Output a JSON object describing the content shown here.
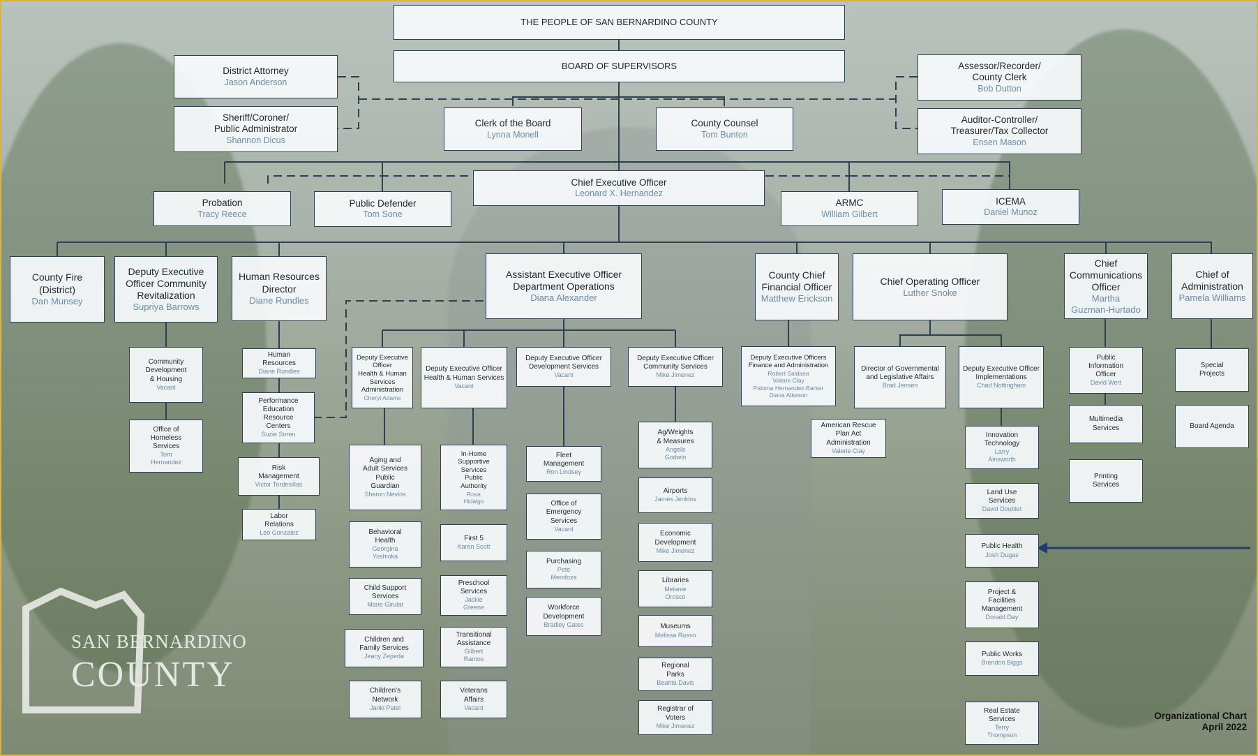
{
  "colors": {
    "line": "#2d3f52",
    "box_bg": "#f8fafc",
    "name_text": "#6b8ba6",
    "arrow": "#1f3b73",
    "frame": "#d9b63a"
  },
  "logo": {
    "line1": "SAN BERNARDINO",
    "line2": "COUNTY"
  },
  "footer": {
    "line1": "Organizational Chart",
    "line2": "April 2022"
  },
  "nodes": [
    {
      "id": "people",
      "t": "THE PEOPLE OF SAN BERNARDINO COUNTY"
    },
    {
      "id": "bos",
      "t": "BOARD OF SUPERVISORS"
    },
    {
      "id": "da",
      "t": "District Attorney",
      "n": "Jason Anderson"
    },
    {
      "id": "sheriff",
      "t": "Sheriff/Coroner/\nPublic Administrator",
      "n": "Shannon Dicus"
    },
    {
      "id": "assessor",
      "t": "Assessor/Recorder/\nCounty Clerk",
      "n": "Bob Dutton"
    },
    {
      "id": "auditor",
      "t": "Auditor-Controller/\nTreasurer/Tax Collector",
      "n": "Ensen Mason"
    },
    {
      "id": "clerk",
      "t": "Clerk of the Board",
      "n": "Lynna Monell"
    },
    {
      "id": "counsel",
      "t": "County Counsel",
      "n": "Tom Bunton"
    },
    {
      "id": "ceo",
      "t": "Chief Executive Officer",
      "n": "Leonard X. Hernandez"
    },
    {
      "id": "probation",
      "t": "Probation",
      "n": "Tracy Reece"
    },
    {
      "id": "pubdef",
      "t": "Public Defender",
      "n": "Tom Sone"
    },
    {
      "id": "armc",
      "t": "ARMC",
      "n": "William Gilbert"
    },
    {
      "id": "icema",
      "t": "ICEMA",
      "n": "Daniel Munoz"
    },
    {
      "id": "fire",
      "t": "County Fire\n(District)",
      "n": "Dan Munsey"
    },
    {
      "id": "dcr",
      "t": "Deputy Executive\nOfficer Community\nRevitalization",
      "n": "Supriya Barrows"
    },
    {
      "id": "hr",
      "t": "Human Resources\nDirector",
      "n": "Diane Rundles"
    },
    {
      "id": "aeo",
      "t": "Assistant Executive Officer\nDepartment Operations",
      "n": "Diana Alexander"
    },
    {
      "id": "cfo",
      "t": "County Chief\nFinancial Officer",
      "n": "Matthew Erickson"
    },
    {
      "id": "coo",
      "t": "Chief Operating Officer",
      "n": "Luther Snoke"
    },
    {
      "id": "cco",
      "t": "Chief\nCommunications\nOfficer",
      "n": "Martha\nGuzman-Hurtado"
    },
    {
      "id": "coa",
      "t": "Chief of\nAdministration",
      "n": "Pamela Williams"
    },
    {
      "id": "cdh",
      "t": "Community\nDevelopment\n& Housing",
      "n": "Vacant"
    },
    {
      "id": "homeless",
      "t": "Office of\nHomeless\nServices",
      "n": "Tom\nHernandez"
    },
    {
      "id": "hrdept",
      "t": "Human\nResources",
      "n": "Diane Rundles"
    },
    {
      "id": "perf",
      "t": "Performance\nEducation\nResource\nCenters",
      "n": "Suzie Soren"
    },
    {
      "id": "risk",
      "t": "Risk\nManagement",
      "n": "Victor Tordesillas"
    },
    {
      "id": "labor",
      "t": "Labor\nRelations",
      "n": "Leo Gonzalez"
    },
    {
      "id": "dhhsa",
      "t": "Deputy Executive\nOfficer\nHealth & Human\nServices\nAdministration",
      "n": "Cheryl Adams"
    },
    {
      "id": "dhhs",
      "t": "Deputy Executive Officer\nHealth & Human Services",
      "n": "Vacant"
    },
    {
      "id": "dds",
      "t": "Deputy Executive Officer\nDevelopment Services",
      "n": "Vacant"
    },
    {
      "id": "dcs",
      "t": "Deputy Executive Officer\nCommunity Services",
      "n": "Mike Jimenez"
    },
    {
      "id": "dfa",
      "t": "Deputy Executive Officers\nFinance and Administration",
      "n": "Robert Saldana\nValerie Clay\nPaloma Hernandez-Barker\nDiana Atkeson"
    },
    {
      "id": "dgov",
      "t": "Director of Governmental\nand Legislative Affairs",
      "n": "Brad Jensen"
    },
    {
      "id": "dimp",
      "t": "Deputy Executive Officer\nImplementations",
      "n": "Chad Nottingham"
    },
    {
      "id": "pio",
      "t": "Public\nInformation\nOfficer",
      "n": "David Wert"
    },
    {
      "id": "multimedia",
      "t": "Multimedia\nServices"
    },
    {
      "id": "printing",
      "t": "Printing\nServices"
    },
    {
      "id": "special",
      "t": "Special\nProjects"
    },
    {
      "id": "board",
      "t": "Board Agenda"
    },
    {
      "id": "arpa",
      "t": "American Rescue\nPlan Act\nAdministration",
      "n": "Valerie Clay"
    },
    {
      "id": "aging",
      "t": "Aging and\nAdult Services\nPublic\nGuardian",
      "n": "Sharon Nevins"
    },
    {
      "id": "behav",
      "t": "Behavioral\nHealth",
      "n": "Georgina\nYoshioka"
    },
    {
      "id": "child",
      "t": "Child Support\nServices",
      "n": "Marie Girulat"
    },
    {
      "id": "cfs",
      "t": "Children and\nFamily Services",
      "n": "Jeany Zepeda"
    },
    {
      "id": "cnet",
      "t": "Children's\nNetwork",
      "n": "Janki Patel"
    },
    {
      "id": "ihss",
      "t": "In-Home\nSupportive\nServices\nPublic\nAuthority",
      "n": "Rosa\nHidalgo"
    },
    {
      "id": "first5",
      "t": "First 5",
      "n": "Karen Scott"
    },
    {
      "id": "preschool",
      "t": "Preschool\nServices",
      "n": "Jackie\nGreene"
    },
    {
      "id": "ta",
      "t": "Transitional\nAssistance",
      "n": "Gilbert\nRamos"
    },
    {
      "id": "vet",
      "t": "Veterans\nAffairs",
      "n": "Vacant"
    },
    {
      "id": "fleet",
      "t": "Fleet\nManagement",
      "n": "Ron Lindsey"
    },
    {
      "id": "oes",
      "t": "Office of\nEmergency\nServices",
      "n": "Vacant"
    },
    {
      "id": "purch",
      "t": "Purchasing",
      "n": "Pete\nMendoza"
    },
    {
      "id": "wfd",
      "t": "Workforce\nDevelopment",
      "n": "Bradley Gates"
    },
    {
      "id": "ag",
      "t": "Ag/Weights\n& Measures",
      "n": "Angela\nGodwin"
    },
    {
      "id": "air",
      "t": "Airports",
      "n": "James Jenkins"
    },
    {
      "id": "econ",
      "t": "Economic\nDevelopment",
      "n": "Mike Jimenez"
    },
    {
      "id": "lib",
      "t": "Libraries",
      "n": "Melanie\nOrosco"
    },
    {
      "id": "mus",
      "t": "Museums",
      "n": "Melissa Russo"
    },
    {
      "id": "parks",
      "t": "Regional\nParks",
      "n": "Beahta Davis"
    },
    {
      "id": "rov",
      "t": "Registrar of\nVoters",
      "n": "Mike Jimenez"
    },
    {
      "id": "innov",
      "t": "Innovation\nTechnology",
      "n": "Larry\nAinsworth"
    },
    {
      "id": "land",
      "t": "Land Use\nServices",
      "n": "David Doublet"
    },
    {
      "id": "ph",
      "t": "Public Health",
      "n": "Josh Dugas"
    },
    {
      "id": "pfm",
      "t": "Project &\nFacilities\nManagement",
      "n": "Donald Day"
    },
    {
      "id": "pw",
      "t": "Public Works",
      "n": "Brendon Biggs"
    },
    {
      "id": "res",
      "t": "Real Estate\nServices",
      "n": "Terry\nThompson"
    }
  ]
}
